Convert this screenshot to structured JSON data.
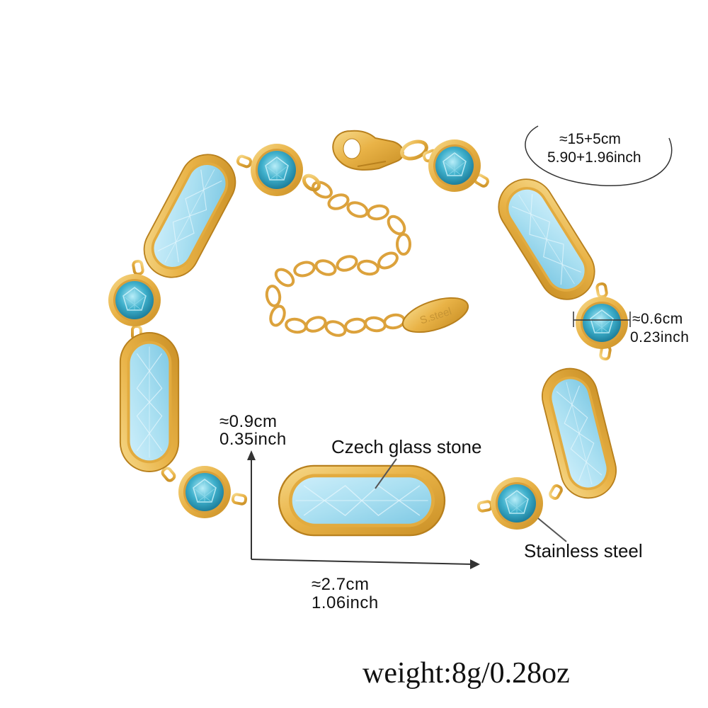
{
  "length": {
    "cm": "≈15+5cm",
    "inch": "5.90+1.96inch"
  },
  "small_stone": {
    "cm": "≈0.6cm",
    "inch": "0.23inch"
  },
  "long_stone_height": {
    "cm": "≈0.9cm",
    "inch": "0.35inch"
  },
  "long_stone_width": {
    "cm": "≈2.7cm",
    "inch": "1.06inch"
  },
  "callouts": {
    "stone": "Czech glass stone",
    "metal": "Stainless steel"
  },
  "tag_text": "S.steel",
  "weight": "weight:8g/0.28oz",
  "colors": {
    "gold": "#e9b347",
    "gold_dark": "#c98f25",
    "stone_light": "#a9dff1",
    "stone_round": "#3fb0cc"
  }
}
